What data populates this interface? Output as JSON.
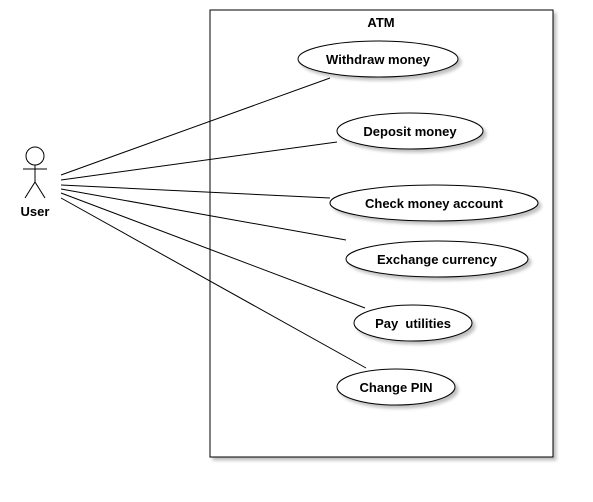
{
  "system": {
    "name": "ATM"
  },
  "actor": {
    "name": "User"
  },
  "use_cases": [
    {
      "id": "withdraw",
      "label": "Withdraw money"
    },
    {
      "id": "deposit",
      "label": "Deposit money"
    },
    {
      "id": "check",
      "label": "Check money account"
    },
    {
      "id": "exchange",
      "label": "Exchange currency"
    },
    {
      "id": "pay",
      "label": "Pay  utilities"
    },
    {
      "id": "pin",
      "label": "Change PIN"
    }
  ],
  "colors": {
    "stroke": "#000000",
    "shadow": "#cccccc",
    "fill": "#ffffff"
  }
}
